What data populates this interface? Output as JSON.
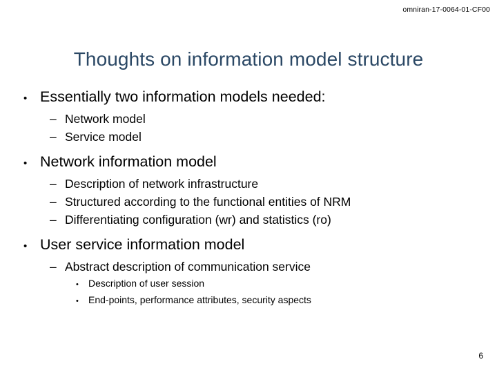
{
  "header": {
    "document_id": "omniran-17-0064-01-CF00"
  },
  "title": {
    "text": "Thoughts on information model structure",
    "color": "#2b4865"
  },
  "footer": {
    "page_number": "6"
  },
  "markers": {
    "bullet": "•",
    "dash": "–"
  },
  "outline": [
    {
      "level": 1,
      "text": "Essentially two information models needed:",
      "children": [
        {
          "level": 2,
          "text": "Network model"
        },
        {
          "level": 2,
          "text": "Service model"
        }
      ]
    },
    {
      "level": 1,
      "text": "Network information model",
      "children": [
        {
          "level": 2,
          "text": "Description of network infrastructure"
        },
        {
          "level": 2,
          "text": "Structured according to the functional entities of NRM"
        },
        {
          "level": 2,
          "text": "Differentiating configuration (wr) and statistics (ro)"
        }
      ]
    },
    {
      "level": 1,
      "text": "User service information model",
      "children": [
        {
          "level": 2,
          "text": "Abstract description of communication service"
        },
        {
          "level": 3,
          "text": "Description of user session"
        },
        {
          "level": 3,
          "text": "End-points, performance attributes, security aspects"
        }
      ]
    }
  ]
}
